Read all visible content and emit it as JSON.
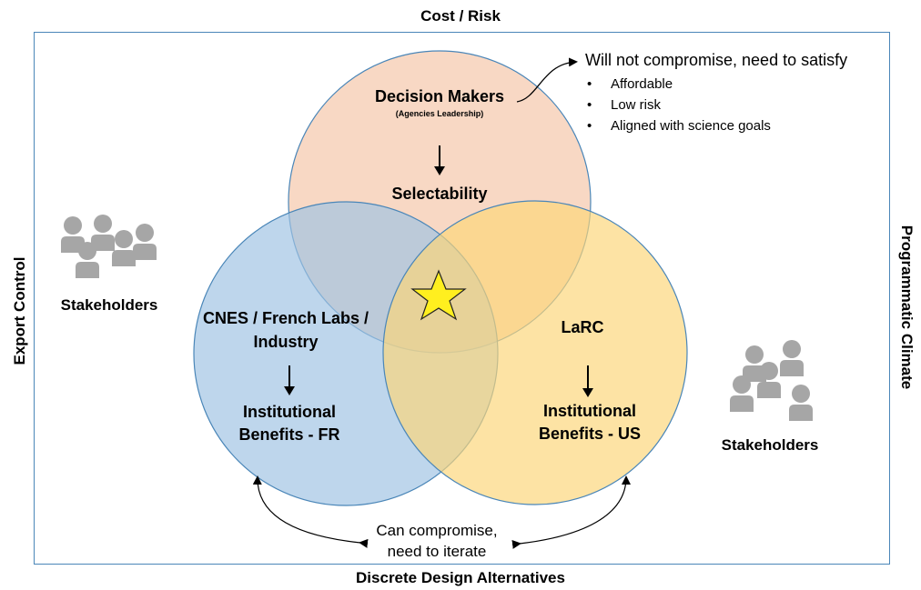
{
  "edges": {
    "top": "Cost / Risk",
    "bottom": "Discrete Design Alternatives",
    "left": "Export Control",
    "right": "Programmatic Climate"
  },
  "decision_makers": {
    "title": "Decision Makers",
    "subtitle": "(Agencies Leadership)",
    "result": "Selectability"
  },
  "cnes": {
    "title_line1": "CNES / French Labs /",
    "title_line2": "Industry",
    "result_line1": "Institutional",
    "result_line2": "Benefits - FR"
  },
  "larc": {
    "title": "LaRC",
    "result_line1": "Institutional",
    "result_line2": "Benefits - US"
  },
  "stakeholders_left": "Stakeholders",
  "stakeholders_right": "Stakeholders",
  "satisfy": {
    "heading": "Will not compromise, need to satisfy",
    "items": [
      "Affordable",
      "Low risk",
      "Aligned with science goals"
    ]
  },
  "compromise": {
    "line1": "Can compromise,",
    "line2": "need to iterate"
  },
  "colors": {
    "top_circle": "#f6cbb0",
    "left_circle": "#9fc3e3",
    "right_circle": "#fcd579",
    "border": "#4a86b8",
    "star": "#ffef1f",
    "person": "#a6a6a6"
  },
  "icons": {
    "center": "star-icon",
    "stakeholders": "person-group-icon"
  }
}
